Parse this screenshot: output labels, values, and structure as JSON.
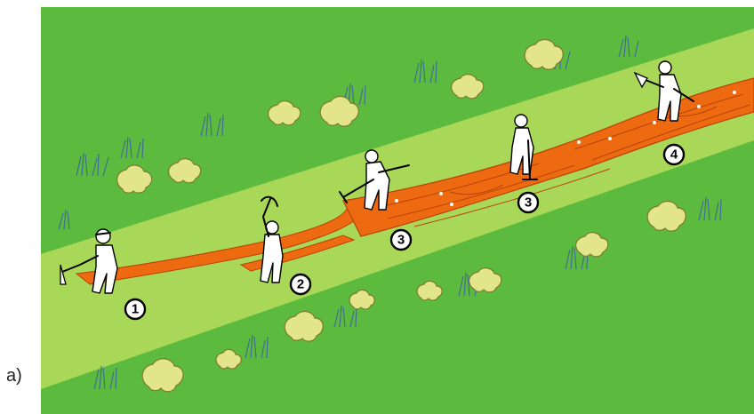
{
  "panel_label": "a)",
  "figure": {
    "step_badges": [
      "1",
      "2",
      "3",
      "3",
      "4"
    ],
    "colors": {
      "meadow": "#5cbb3e",
      "strip": "#a9d858",
      "excavation": "#ee6a10",
      "excavation_lines": "#b9420a",
      "bush": "#e3e58a",
      "grass_tufts": "#3f6f8f",
      "worker": "#ffffff"
    },
    "icons": [
      "worker-with-hoe-icon",
      "worker-with-pickaxe-icon",
      "worker-with-rake-icon",
      "worker-with-tamper-icon",
      "worker-with-shovel-icon",
      "bush-icon",
      "grass-tuft-icon"
    ]
  }
}
